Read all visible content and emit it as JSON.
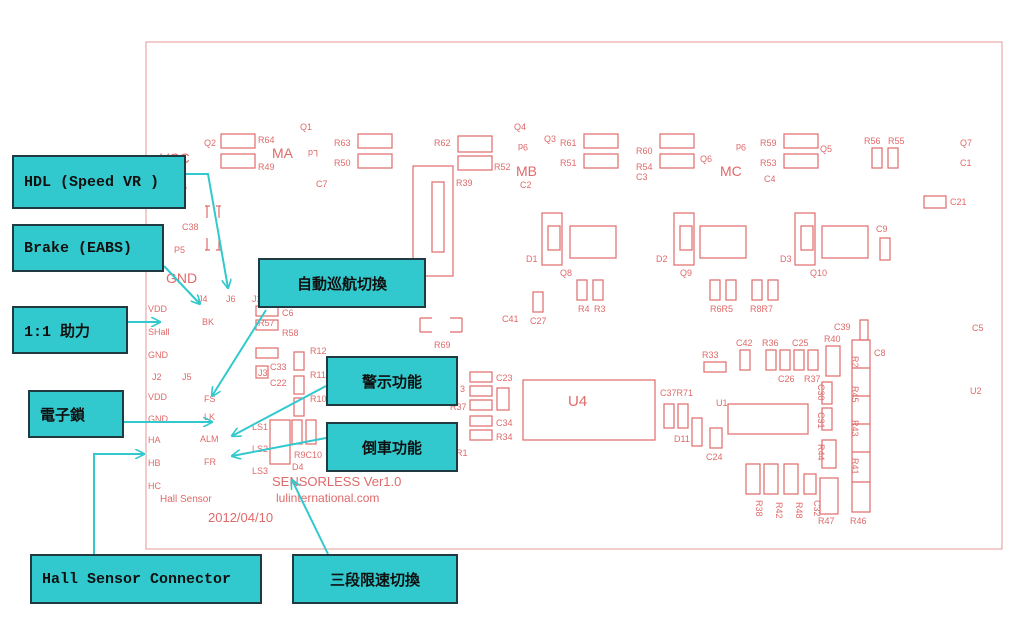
{
  "colors": {
    "silkscreen": "#e06a6a",
    "callout_fill": "#31c9cd",
    "callout_border": "#1f3a40",
    "arrow": "#31c9cd"
  },
  "board": {
    "top_labels": {
      "vcc": "VCC",
      "ma": "MA",
      "mb": "MB",
      "mc": "MC",
      "gnd": "GND",
      "q1": "Q1",
      "q2": "Q2",
      "q3": "Q3",
      "q4": "Q4",
      "q5": "Q5",
      "q6": "Q6",
      "q7": "Q7",
      "q8": "Q8",
      "q9": "Q9",
      "q10": "Q10",
      "r64": "R64",
      "r49": "R49",
      "r63": "R63",
      "r50": "R50",
      "r62": "R62",
      "r52": "R52",
      "r39": "R39",
      "r61": "R61",
      "r51": "R51",
      "r60": "R60",
      "r54": "R54",
      "r59": "R59",
      "r53": "R53",
      "r56": "R56",
      "r55": "R55",
      "c1": "C1",
      "c2": "C2",
      "c3": "C3",
      "c4": "C4",
      "c7": "C7",
      "c21": "C21",
      "c9": "C9",
      "c38": "C38",
      "d1": "D1",
      "d2": "D2",
      "d3": "D3",
      "p5": "P5",
      "p6": "P6",
      "q7_mirror": "Ld",
      "q3_mirror": "9d",
      "q6_mirror": "9d"
    },
    "mid_labels": {
      "j4": "J4",
      "j6": "J6",
      "j1": "J1",
      "bk": "BK",
      "vdd1": "VDD",
      "shall": "SHall",
      "gnd1": "GND",
      "j2": "J2",
      "j5": "J5",
      "vdd2": "VDD",
      "gnd2": "GND",
      "ha": "HA",
      "hb": "HB",
      "hc": "HC",
      "fs": "FS",
      "lk": "LK",
      "alm": "ALM",
      "fr": "FR",
      "c6": "C6",
      "r58": "R58",
      "r57": "R57",
      "c33": "C33",
      "c22": "C22",
      "j3": "J3",
      "r12": "R12",
      "r11": "R11",
      "r10": "R10",
      "ls1": "LS1",
      "ls2": "LS2",
      "ls3": "LS3",
      "r9c10": "R9C10",
      "d4": "D4",
      "r69": "R69",
      "c41": "C41",
      "c27": "C27",
      "r4": "R4",
      "r3": "R3",
      "c23": "C23",
      "c34": "C34",
      "r34": "R34",
      "r37": "R37",
      "r1": "R1",
      "c3b": "3",
      "u4": "U4",
      "u1": "U1",
      "u2": "U2",
      "c37r71": "C37R71",
      "d11": "D11",
      "c24": "C24",
      "r6r5": "R6R5",
      "r8r7": "R8R7",
      "r33": "R33",
      "c42": "C42",
      "r36": "R36",
      "c25": "C25",
      "r40": "R40",
      "c39": "C39",
      "c8": "C8",
      "c5": "C5",
      "c26": "C26",
      "r37b": "R37",
      "r2": "R2",
      "r45": "R45",
      "c30": "C30",
      "c31": "C31",
      "r43": "R43",
      "r44": "R44",
      "r41": "R41",
      "r38": "R38",
      "r42": "R42",
      "r48": "R48",
      "c32": "C32",
      "r47": "R47",
      "r46": "R46"
    },
    "title_line": "SENSORLESS  Ver1.0",
    "website": "lulinternational.com",
    "hall_sensor": "Hall Sensor",
    "date": "2012/04/10"
  },
  "callouts": {
    "hdl": "HDL (Speed VR )",
    "brake": "Brake (EABS)",
    "assist": "1:1 助力",
    "lock": "電子鎖",
    "hall_connector": "Hall Sensor Connector",
    "cruise": "自動巡航切換",
    "alarm": "警示功能",
    "reverse": "倒車功能",
    "speed_limit": "三段限速切換"
  }
}
